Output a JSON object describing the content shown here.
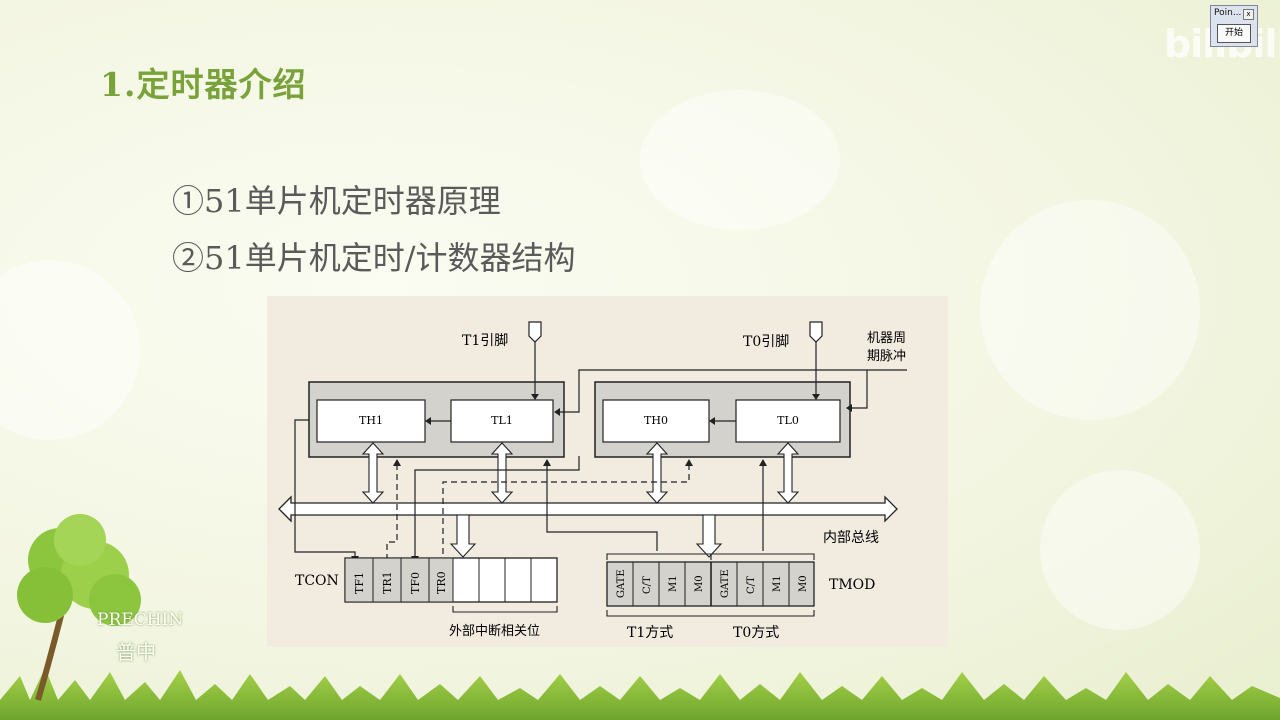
{
  "slide": {
    "title": "1.定时器介绍",
    "bullets": [
      "①51单片机定时器原理",
      "②51单片机定时/计数器结构"
    ]
  },
  "diagram": {
    "t1_pin": "T1引脚",
    "t0_pin": "T0引脚",
    "machine_cycle": [
      "机器周",
      "期脉冲"
    ],
    "regs": {
      "th1": "TH1",
      "tl1": "TL1",
      "th0": "TH0",
      "tl0": "TL0"
    },
    "internal_bus": "内部总线",
    "tcon_label": "TCON",
    "tcon_bits": [
      "TF1",
      "TR1",
      "TF0",
      "TR0"
    ],
    "tmod_label": "TMOD",
    "tmod_bits": [
      "GATE",
      "C/T",
      "M1",
      "M0",
      "GATE",
      "C/T",
      "M1",
      "M0"
    ],
    "ext_int_label": "外部中断相关位",
    "t1_mode": "T1方式",
    "t0_mode": "T0方式"
  },
  "logo": {
    "line1": "PRECHIN",
    "line2": "普中"
  },
  "widget": {
    "title": "Poin...",
    "close": "x",
    "button": "开始"
  },
  "watermark": "bilibili",
  "colors": {
    "title_green": "#7aa23a",
    "text_gray": "#5a5a5a",
    "leaf_green": "#8cc63f"
  }
}
